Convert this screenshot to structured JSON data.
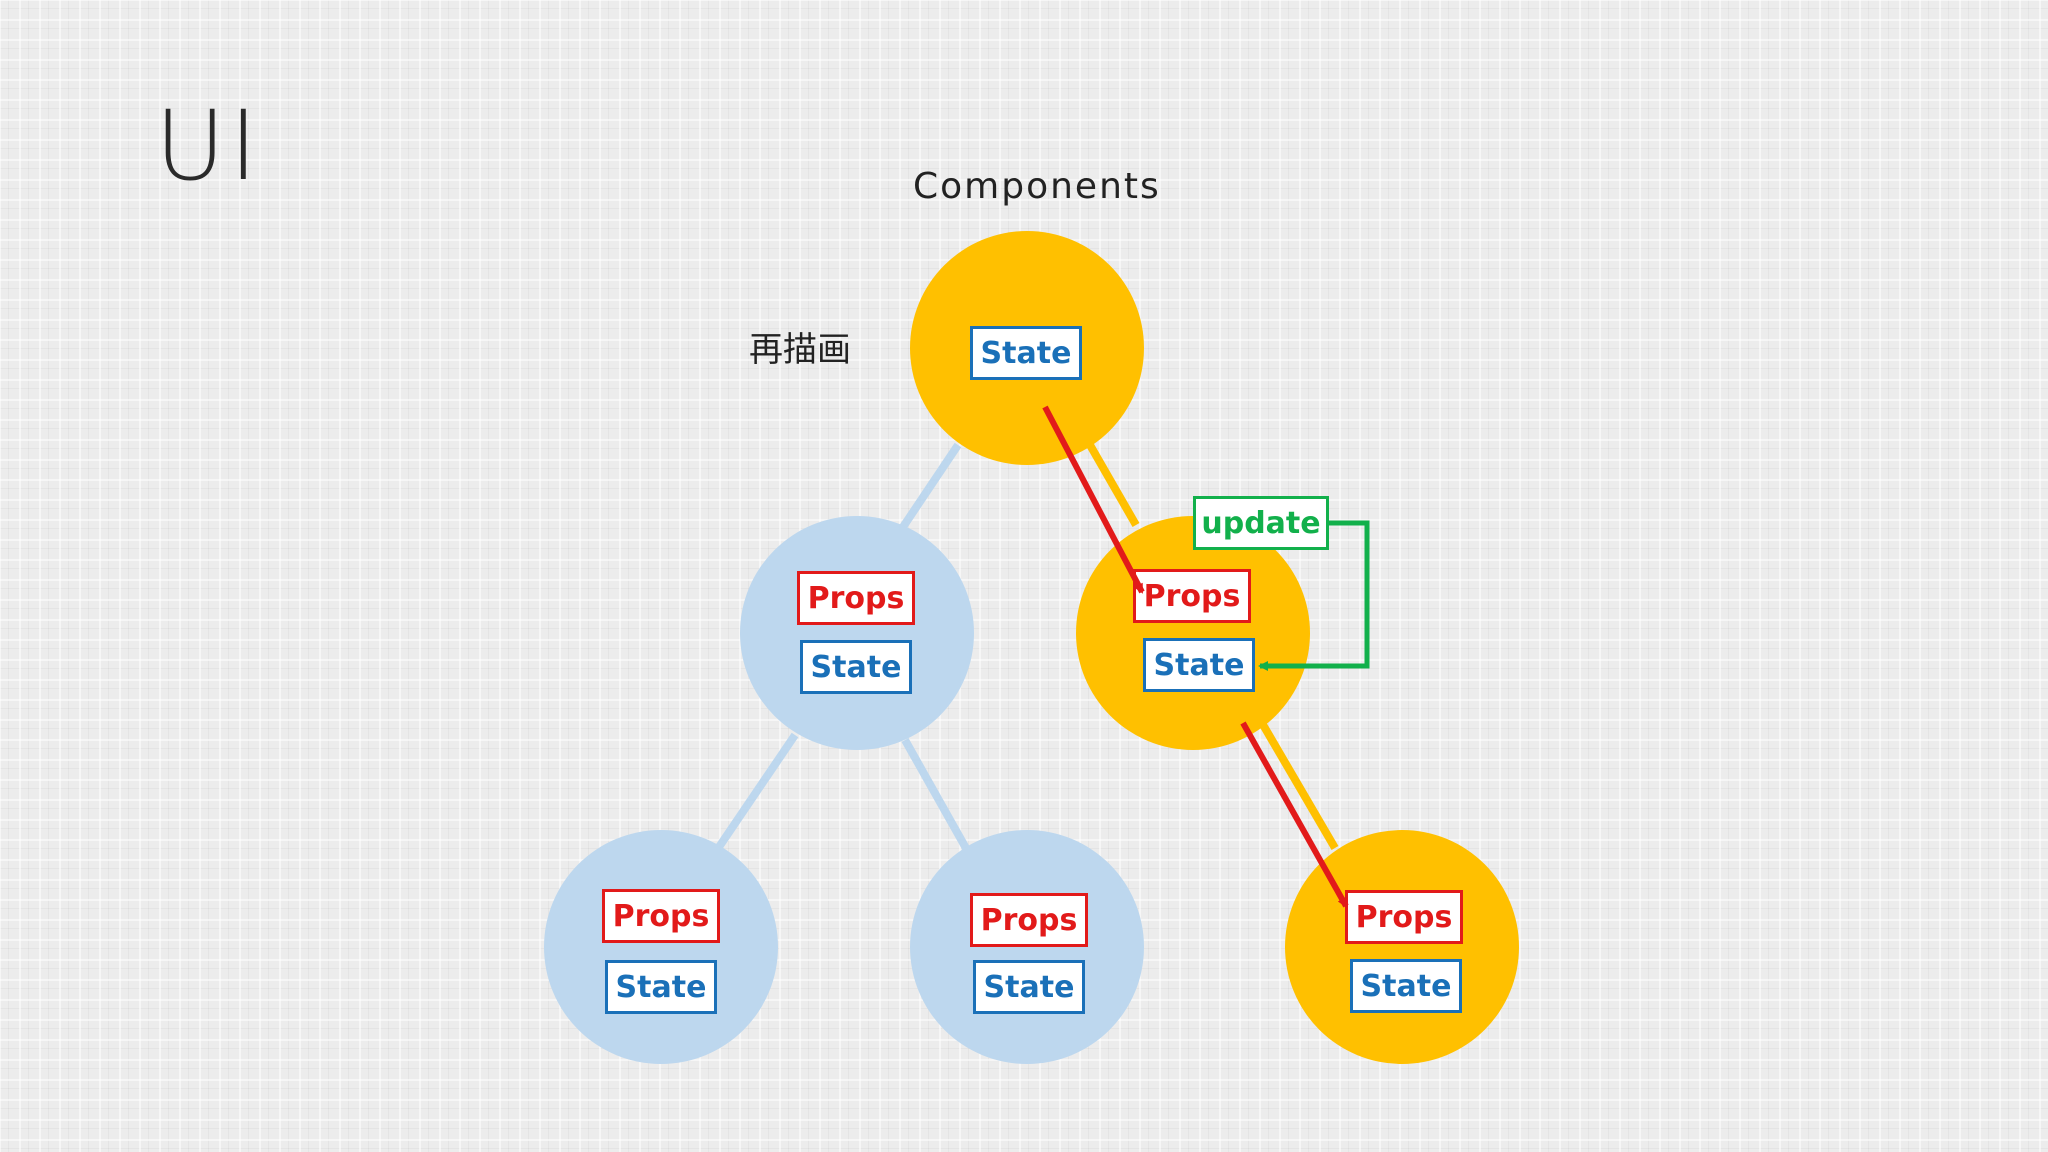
{
  "slide": {
    "title": "UI"
  },
  "labels": {
    "components": "Components",
    "rerender": "再描画"
  },
  "nodes": {
    "root": {
      "state": "State"
    },
    "left": {
      "props": "Props",
      "state": "State"
    },
    "right": {
      "props": "Props",
      "state": "State"
    },
    "left_left": {
      "props": "Props",
      "state": "State"
    },
    "left_right": {
      "props": "Props",
      "state": "State"
    },
    "right_child": {
      "props": "Props",
      "state": "State"
    }
  },
  "update_label": "update",
  "colors": {
    "active": "#ffc000",
    "idle": "#bdd7ee",
    "props": "#e21a1a",
    "state": "#1a70b8",
    "update": "#12b04b"
  }
}
